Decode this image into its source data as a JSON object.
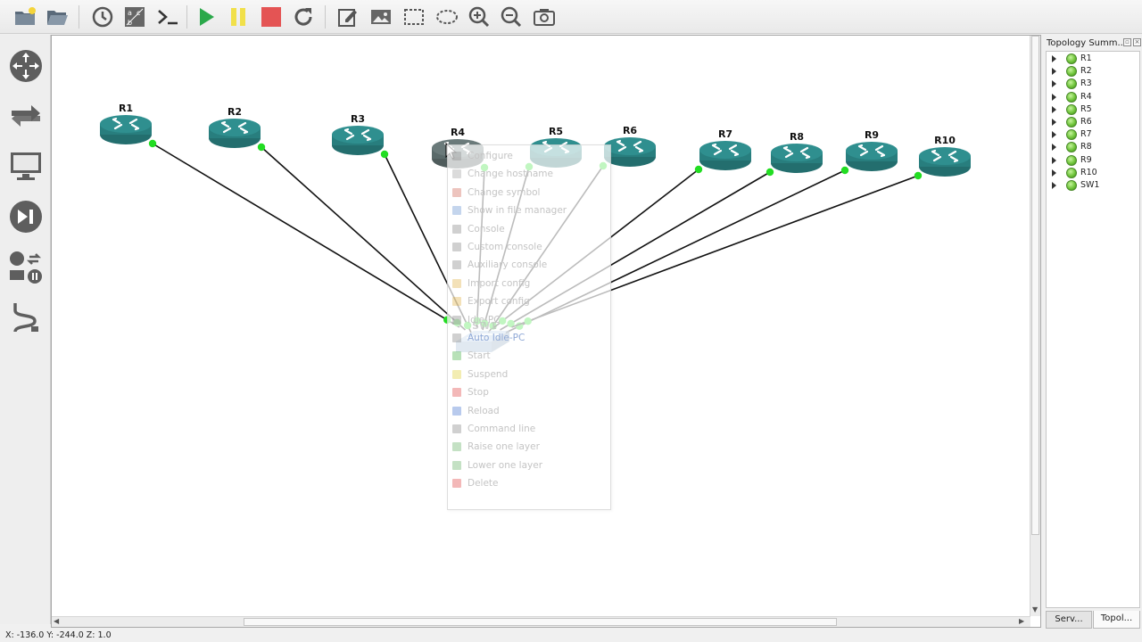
{
  "toolbar": {
    "items": [
      {
        "name": "new-project-button",
        "icon": "folder-new-icon"
      },
      {
        "name": "open-project-button",
        "icon": "folder-open-icon"
      },
      {
        "name": "snapshot-button",
        "icon": "clock-icon"
      },
      {
        "name": "show-interface-labels-button",
        "icon": "abc-labels-icon"
      },
      {
        "name": "console-all-button",
        "icon": "terminal-icon"
      },
      {
        "name": "start-all-button",
        "icon": "play-icon"
      },
      {
        "name": "suspend-all-button",
        "icon": "pause-icon"
      },
      {
        "name": "stop-all-button",
        "icon": "stop-icon"
      },
      {
        "name": "reload-all-button",
        "icon": "reload-icon"
      },
      {
        "name": "add-note-button",
        "icon": "edit-note-icon"
      },
      {
        "name": "insert-picture-button",
        "icon": "picture-icon"
      },
      {
        "name": "draw-rectangle-button",
        "icon": "rectangle-icon"
      },
      {
        "name": "draw-ellipse-button",
        "icon": "ellipse-icon"
      },
      {
        "name": "zoom-in-button",
        "icon": "zoom-in-icon"
      },
      {
        "name": "zoom-out-button",
        "icon": "zoom-out-icon"
      },
      {
        "name": "screenshot-button",
        "icon": "camera-icon"
      }
    ]
  },
  "left_toolbar": {
    "items": [
      {
        "name": "browse-routers-button",
        "icon": "router-icon"
      },
      {
        "name": "browse-switches-button",
        "icon": "switch-arrows-icon"
      },
      {
        "name": "browse-end-devices-button",
        "icon": "monitor-icon"
      },
      {
        "name": "browse-security-devices-button",
        "icon": "play-pause-icon"
      },
      {
        "name": "browse-all-devices-button",
        "icon": "all-devices-icon"
      },
      {
        "name": "add-link-button",
        "icon": "cable-icon"
      }
    ]
  },
  "topology": {
    "routers": [
      {
        "id": "R1",
        "label": "R1"
      },
      {
        "id": "R2",
        "label": "R2"
      },
      {
        "id": "R3",
        "label": "R3"
      },
      {
        "id": "R4",
        "label": "R4"
      },
      {
        "id": "R5",
        "label": "R5"
      },
      {
        "id": "R6",
        "label": "R6"
      },
      {
        "id": "R7",
        "label": "R7"
      },
      {
        "id": "R8",
        "label": "R8"
      },
      {
        "id": "R9",
        "label": "R9"
      },
      {
        "id": "R10",
        "label": "R10"
      }
    ],
    "switch": {
      "id": "SW1",
      "label": "SW1"
    },
    "link_status_color": "#22dd22",
    "router_color": "#2f8f8f"
  },
  "context_menu": {
    "items": [
      {
        "label": "Configure",
        "icon_color": "#888888"
      },
      {
        "label": "Change hostname",
        "icon_color": "#999999"
      },
      {
        "label": "Change symbol",
        "icon_color": "#cc5544"
      },
      {
        "label": "Show in file manager",
        "icon_color": "#5588cc"
      },
      {
        "label": "Console",
        "icon_color": "#777777"
      },
      {
        "label": "Custom console",
        "icon_color": "#777777"
      },
      {
        "label": "Auxiliary console",
        "icon_color": "#777777"
      },
      {
        "label": "Import config",
        "icon_color": "#ddaa33"
      },
      {
        "label": "Export config",
        "icon_color": "#ddaa33"
      },
      {
        "label": "Idle-PC",
        "icon_color": "#777777"
      },
      {
        "label": "Auto Idle-PC",
        "icon_color": "#777777"
      },
      {
        "label": "Start",
        "icon_color": "#33aa33"
      },
      {
        "label": "Suspend",
        "icon_color": "#ddcc22"
      },
      {
        "label": "Stop",
        "icon_color": "#dd3333"
      },
      {
        "label": "Reload",
        "icon_color": "#3366cc"
      },
      {
        "label": "Command line",
        "icon_color": "#777777"
      },
      {
        "label": "Raise one layer",
        "icon_color": "#55aa55"
      },
      {
        "label": "Lower one layer",
        "icon_color": "#55aa55"
      },
      {
        "label": "Delete",
        "icon_color": "#dd3333"
      }
    ]
  },
  "dock": {
    "title": "Topology Summ...",
    "items": [
      "R1",
      "R2",
      "R3",
      "R4",
      "R5",
      "R6",
      "R7",
      "R8",
      "R9",
      "R10",
      "SW1"
    ],
    "tabs": {
      "servers": "Serv...",
      "topology": "Topol..."
    }
  },
  "statusbar": {
    "text": "X: -136.0 Y: -244.0 Z: 1.0"
  }
}
